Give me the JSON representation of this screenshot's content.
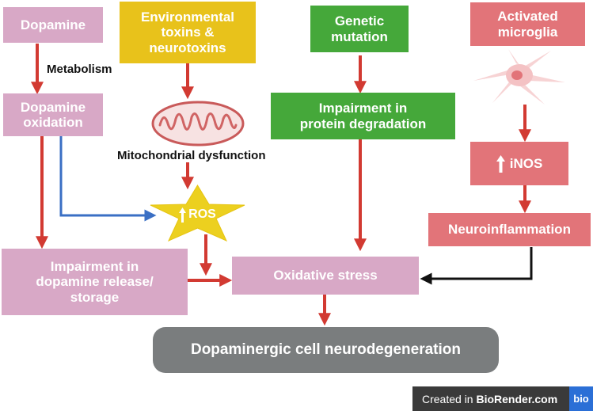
{
  "nodes": {
    "dopamine": "Dopamine",
    "env_toxins": "Environmental\ntoxins &\nneurotoxins",
    "genetic": "Genetic\nmutation",
    "microglia": "Activated\nmicroglia",
    "dopamine_oxidation": "Dopamine\noxidation",
    "protein_degradation": "Impairment in\nprotein degradation",
    "inos": "iNOS",
    "ros": "ROS",
    "neuroinflammation": "Neuroinflammation",
    "dopamine_release": "Impairment in\ndopamine release/\nstorage",
    "oxidative_stress": "Oxidative stress",
    "neurodegeneration": "Dopaminergic cell neurodegeneration"
  },
  "labels": {
    "metabolism": "Metabolism",
    "mito": "Mitochondrial dysfunction"
  },
  "badge": {
    "prefix": "Created in ",
    "brand": "BioRender.com",
    "logo": "bio"
  },
  "colors": {
    "pink": "#d8a8c6",
    "yellow": "#e8c21b",
    "green": "#45a83a",
    "red_box": "#e27479",
    "gray": "#7a7d7e",
    "arrow_red": "#d23a32",
    "arrow_blue": "#3a6fc4",
    "arrow_black": "#111111"
  },
  "icons": {
    "mitochondrion": "mitochondrion-icon",
    "microglia": "microglia-cell-icon",
    "star": "star-icon",
    "up_arrow": "up-arrow-icon"
  }
}
